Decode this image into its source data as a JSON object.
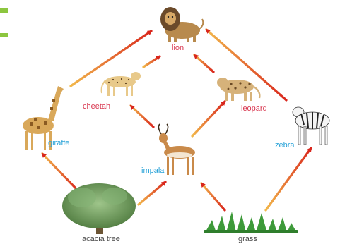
{
  "colors": {
    "accent": "#8cc63f",
    "predator_label": "#d8364f",
    "prey_label": "#29a3d8",
    "base_label": "#4a4a4a",
    "arrow_start": "#f2b84b",
    "arrow_end": "#d9261c"
  },
  "nodes": {
    "lion": "lion",
    "cheetah": "cheetah",
    "leopard": "leopard",
    "giraffe": "giraffe",
    "impala": "impala",
    "zebra": "zebra",
    "acacia": "acacia tree",
    "grass": "grass"
  },
  "icons": {
    "lion": "lion-icon",
    "cheetah": "cheetah-icon",
    "leopard": "leopard-icon",
    "giraffe": "giraffe-icon",
    "impala": "impala-icon",
    "zebra": "zebra-icon",
    "acacia": "acacia-tree-icon",
    "grass": "grass-icon"
  }
}
